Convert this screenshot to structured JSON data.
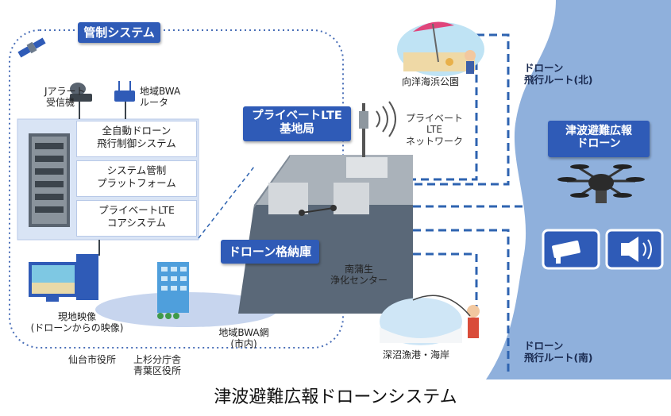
{
  "caption": "津波避難広報ドローンシステム",
  "control_system": {
    "title": "管制システム",
    "j_alert": [
      "Jアラート",
      "受信機"
    ],
    "bwa_router": [
      "地域BWA",
      "ルータ"
    ],
    "modules": [
      [
        "全自動ドローン",
        "飛行制御システム"
      ],
      [
        "システム管制",
        "プラットフォーム"
      ],
      [
        "プライベートLTE",
        "コアシステム"
      ]
    ],
    "live_video": [
      "現地映像",
      "(ドローンからの映像)"
    ],
    "city_hall": "仙台市役所",
    "ward_office": [
      "上杉分庁舎",
      "青葉区役所"
    ],
    "bwa_network": [
      "地域BWA網",
      "(市内)"
    ]
  },
  "private_lte_base": [
    "プライベートLTE",
    "基地局"
  ],
  "private_lte_network": [
    "プライベート",
    "LTE",
    "ネットワーク"
  ],
  "drone_hangar": "ドローン格納庫",
  "center": [
    "南蒲生",
    "浄化センター"
  ],
  "park": "向洋海浜公園",
  "fishing_port": "深沼漁港・海岸",
  "route_north": [
    "ドローン",
    "飛行ルート(北)"
  ],
  "route_south": [
    "ドローン",
    "飛行ルート(南)"
  ],
  "tsunami_drone": [
    "津波避難広報",
    "ドローン"
  ],
  "colors": {
    "primary_blue": "#2f5bb7",
    "sea_blue": "#8fb0dc",
    "route_blue": "#2e63b0",
    "panel_light": "#d9e4f5"
  }
}
